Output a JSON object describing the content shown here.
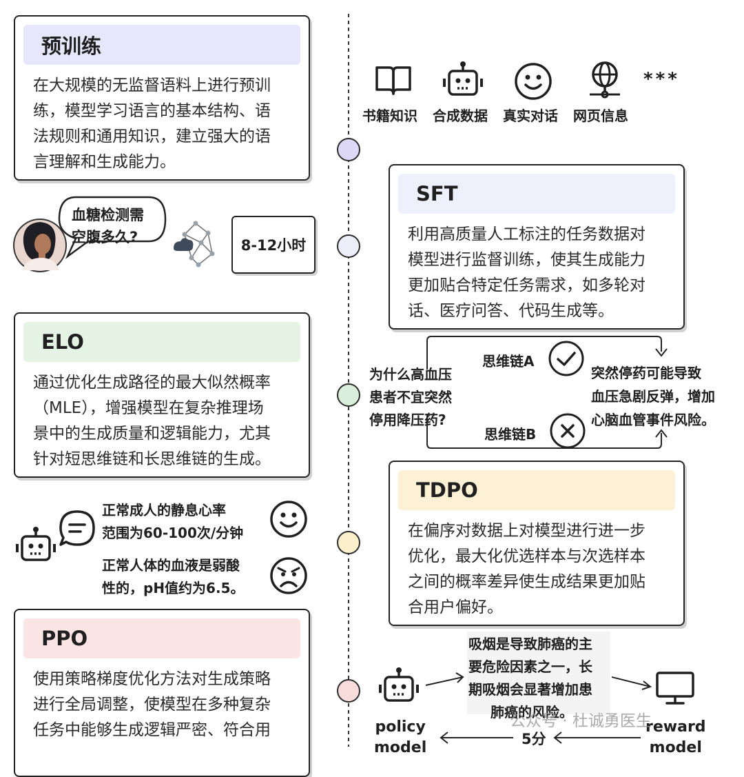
{
  "colors": {
    "pretrain_head": "#e8e6fb",
    "sft_head": "#eef0fb",
    "elo_head": "#e4f3e4",
    "tdpo_head": "#fcf1d4",
    "ppo_head": "#fbe4e4",
    "dot_pretrain": "#dcd8f6",
    "dot_sft": "#eeeefa",
    "dot_elo": "#d9efdc",
    "dot_tdpo": "#fbefcc",
    "dot_ppo": "#f8dcdc"
  },
  "pretrain": {
    "title": "预训练",
    "lines": [
      "在大规模的无监督语料上进行预训",
      "练，模型学习语言的基本结构、语",
      "法规则和通用知识，建立强大的语",
      "言理解和生成能力。"
    ]
  },
  "sources": {
    "items": [
      {
        "label": "书籍知识",
        "icon": "book-icon"
      },
      {
        "label": "合成数据",
        "icon": "robot-icon"
      },
      {
        "label": "真实对话",
        "icon": "smiley-icon"
      },
      {
        "label": "网页信息",
        "icon": "globe-icon"
      }
    ],
    "more": "***"
  },
  "sft_example": {
    "question_lines": [
      "血糖检测需",
      "空腹多久?"
    ],
    "answer": "8-12小时"
  },
  "sft": {
    "title": "SFT",
    "lines": [
      "利用高质量人工标注的任务数据对",
      "模型进行监督训练，使其生成能力",
      "更加贴合特定任务需求，如多轮对",
      "话、医疗问答、代码生成等。"
    ]
  },
  "elo_example": {
    "question_lines": [
      "为什么高血压",
      "患者不宜突然",
      "停用降压药?"
    ],
    "chain_a": "思维链A",
    "chain_b": "思维链B",
    "answer_lines": [
      "突然停药可能导致",
      "血压急剧反弹，增加",
      "心脑血管事件风险。"
    ]
  },
  "elo": {
    "title": "ELO",
    "lines": [
      "通过优化生成路径的最大似然概率",
      "（MLE），增强模型在复杂推理场",
      "景中的生成质量和逻辑能力，尤其",
      "针对短思维链和长思维链的生成。"
    ]
  },
  "tdpo_example": {
    "good_lines": [
      "正常成人的静息心率",
      "范围为60-100次/分钟"
    ],
    "bad_lines": [
      "正常人体的血液是弱酸",
      "性的，pH值约为6.5。"
    ]
  },
  "tdpo": {
    "title": "TDPO",
    "lines": [
      "在偏序对数据上对模型进行进一步",
      "优化，最大化优选样本与次选样本",
      "之间的概率差异使生成结果更加贴",
      "合用户偏好。"
    ]
  },
  "ppo": {
    "title": "PPO",
    "lines": [
      "使用策略梯度优化方法对生成策略",
      "进行全局调整，使模型在多种复杂",
      "任务中能够生成逻辑严密、符合用"
    ]
  },
  "ppo_example": {
    "text_lines": [
      "吸烟是导致肺癌的主",
      "要危险因素之一，长",
      "期吸烟会显著增加患",
      "肺癌的风险。"
    ],
    "policy_label": [
      "policy",
      "model"
    ],
    "reward_label": [
      "reward",
      "model"
    ],
    "score": "5分"
  },
  "watermark": "公众号 · 杜诚勇医生"
}
